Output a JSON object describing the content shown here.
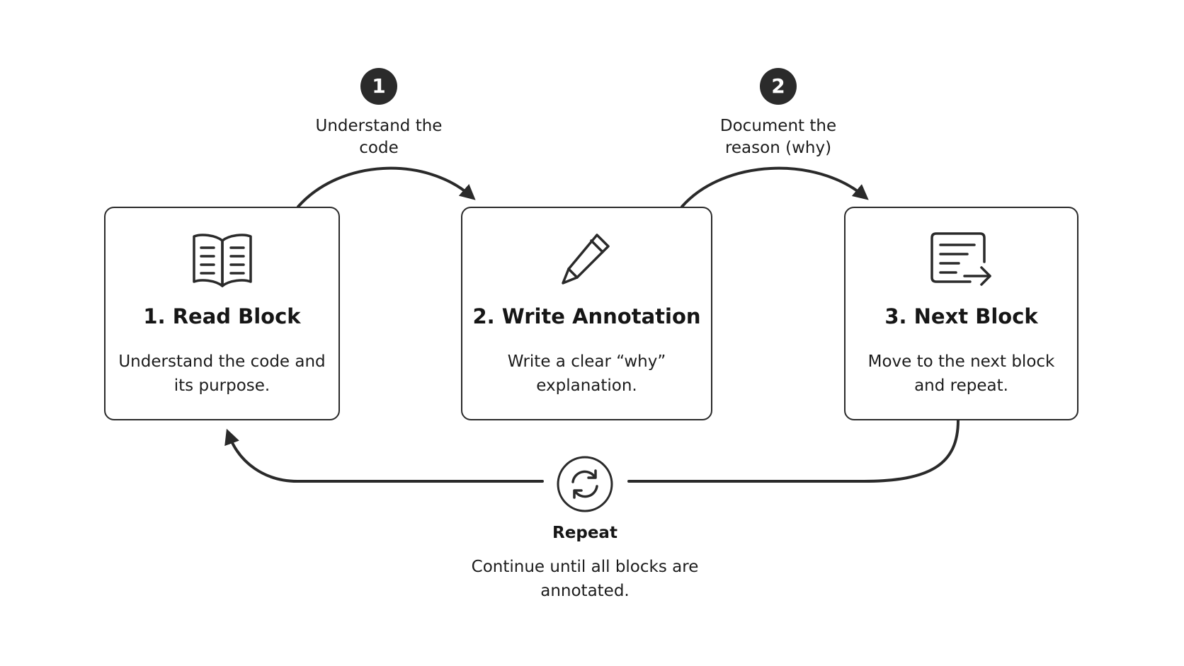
{
  "steps": [
    {
      "title": "1. Read Block",
      "description": "Understand the code and its purpose.",
      "icon": "open-book-icon"
    },
    {
      "title": "2. Write Annotation",
      "description": "Write a clear “why” explanation.",
      "icon": "pencil-icon"
    },
    {
      "title": "3. Next Block",
      "description": "Move to the next block and repeat.",
      "icon": "document-arrow-icon"
    }
  ],
  "transitions": [
    {
      "number": "1",
      "label": "Understand the code"
    },
    {
      "number": "2",
      "label": "Document the reason (why)"
    }
  ],
  "loop": {
    "icon": "refresh-icon",
    "title": "Repeat",
    "description": "Continue until all blocks are annotated."
  },
  "colors": {
    "stroke": "#2a2a2a",
    "badge": "#2b2b2b",
    "text": "#1a1a1a",
    "background": "#ffffff"
  }
}
